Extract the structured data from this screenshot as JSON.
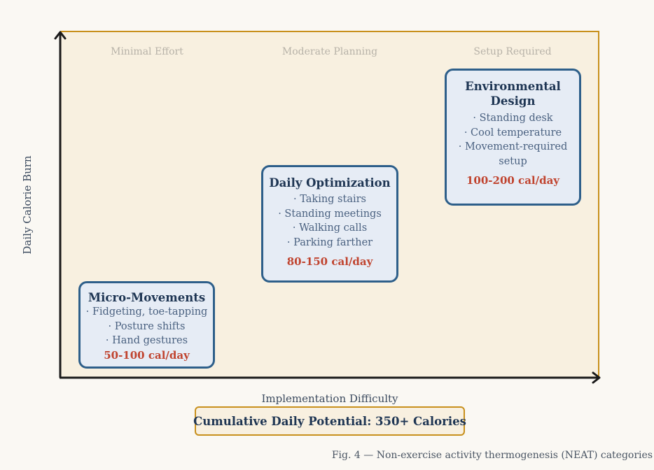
{
  "figure": {
    "caption": "Fig. 4 — Non-exercise activity thermogenesis (NEAT) categories",
    "summary": "Cumulative Daily Potential: 350+ Calories"
  },
  "axes": {
    "x_label": "Implementation Difficulty",
    "y_label": "Daily Calorie Burn"
  },
  "columns": [
    {
      "label": "Minimal Effort"
    },
    {
      "label": "Moderate Planning"
    },
    {
      "label": "Setup Required"
    }
  ],
  "categories": [
    {
      "title": "Micro-Movements",
      "items": [
        "· Fidgeting, toe-tapping",
        "· Posture shifts",
        "· Hand gestures"
      ],
      "calories": "50-100 cal/day"
    },
    {
      "title": "Daily Optimization",
      "items": [
        "· Taking stairs",
        "· Standing meetings",
        "· Walking calls",
        "· Parking farther"
      ],
      "calories": "80-150 cal/day"
    },
    {
      "title_line1": "Environmental",
      "title_line2": "Design",
      "items": [
        "· Standing desk",
        "· Cool temperature",
        "· Movement-required",
        "setup"
      ],
      "calories": "100-200 cal/day"
    }
  ],
  "colors": {
    "background": "#faf8f3",
    "plot_fill": "#f8f0e0",
    "plot_border": "#c8901c",
    "card_fill": "#e6ecf5",
    "card_border": "#2e5f8a",
    "title_text": "#1e3553",
    "calorie_text": "#c0432e",
    "column_label": "#b7b2a8",
    "axis": "#1a1a1a"
  }
}
